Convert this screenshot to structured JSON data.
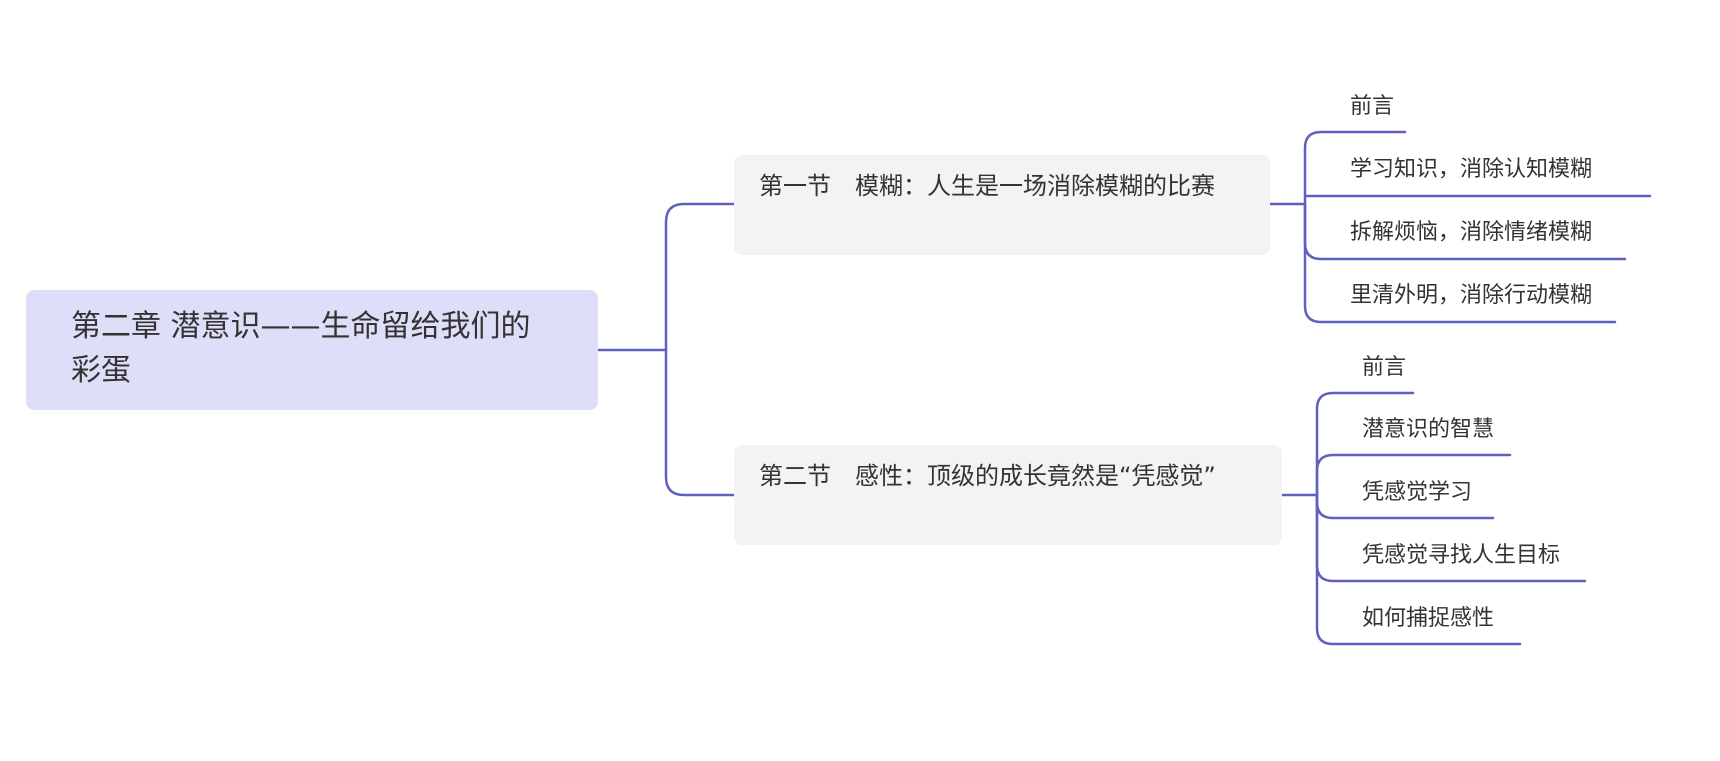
{
  "diagram": {
    "type": "mind-map",
    "line_color": "#6060c0",
    "root_fill": "#dedef8",
    "section_fill": "#f3f3f3",
    "root": {
      "label": "第二章 潜意识——生命留给我们的彩蛋"
    },
    "sections": [
      {
        "label": "第一节　模糊：人生是一场消除模糊的比赛",
        "children": [
          "前言",
          "学习知识，消除认知模糊",
          "拆解烦恼，消除情绪模糊",
          "里清外明，消除行动模糊"
        ]
      },
      {
        "label": "第二节　感性：顶级的成长竟然是“凭感觉”",
        "children": [
          "前言",
          "潜意识的智慧",
          "凭感觉学习",
          "凭感觉寻找人生目标",
          "如何捕捉感性"
        ]
      }
    ]
  }
}
